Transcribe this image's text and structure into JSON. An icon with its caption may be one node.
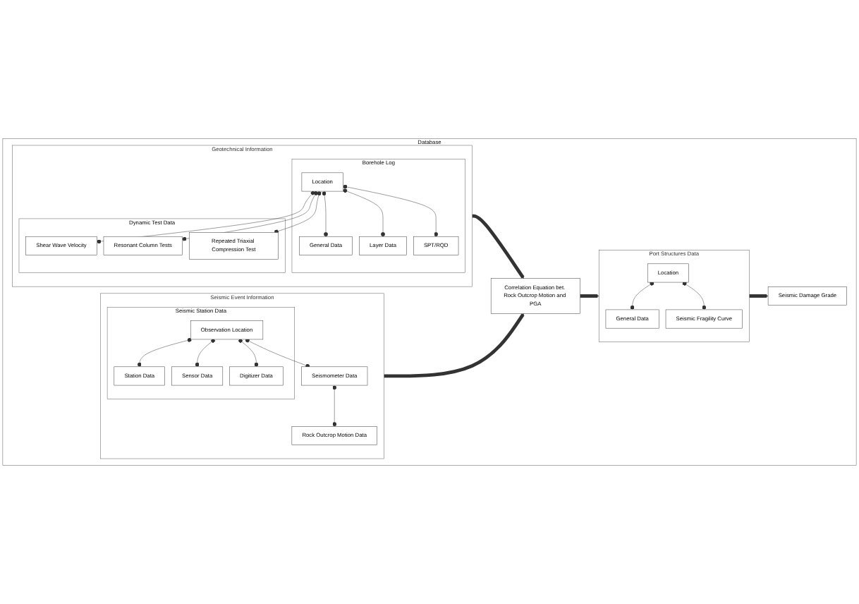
{
  "diagram": {
    "nodes": [
      {
        "text": [
          "Database"
        ]
      },
      {
        "text": [
          "Geotechnical Information"
        ],
        "in": 0
      },
      {
        "text": [
          "Borehole Log"
        ],
        "in": 1
      },
      {
        "text": [
          "Location"
        ],
        "in": 2
      },
      {
        "text": [
          "General Data"
        ],
        "in": 2
      },
      {
        "text": [
          "Layer Data"
        ],
        "in": 2
      },
      {
        "text": [
          "SPT/RQD"
        ],
        "in": 2
      },
      {
        "text": [
          "Dynamic Test Data"
        ],
        "in": 1
      },
      {
        "text": [
          "Shear Wave Velocity"
        ],
        "in": 7
      },
      {
        "text": [
          "Resonant Column Tests"
        ],
        "in": 7
      },
      {
        "text": [
          "Repeated Triaxial Compression Test"
        ],
        "in": 7
      },
      {
        "text": [
          "Seismic Event Information"
        ],
        "in": 0
      },
      {
        "text": [
          "Seismic Station Data"
        ],
        "in": 11
      },
      {
        "text": [
          "Observation Location"
        ],
        "in": 12
      },
      {
        "text": [
          "Station Data"
        ],
        "in": 12
      },
      {
        "text": [
          "Sensor Data"
        ],
        "in": 12
      },
      {
        "text": [
          "Digitizer Data"
        ],
        "in": 12
      },
      {
        "text": [
          "Seismometer Data"
        ],
        "in": 11
      },
      {
        "text": [
          "Rock Outcrop Motion Data"
        ],
        "in": 11
      },
      {
        "text": [
          "Correlation Equation bet. Rock Outcrop Motion and PGA"
        ],
        "in": 0
      },
      {
        "text": [
          "Port Structures Data"
        ],
        "in": 0
      },
      {
        "text": [
          "Location"
        ],
        "in": 20
      },
      {
        "text": [
          "General Data"
        ],
        "in": 20
      },
      {
        "text": [
          "Seismic Fragility Curve"
        ],
        "in": 20
      },
      {
        "text": [
          "Seismic Damage Grade"
        ],
        "in": 0
      }
    ],
    "edges": [
      {
        "from": 3,
        "to": 4,
        "arrow": "other"
      },
      {
        "from": 3,
        "to": 5,
        "arrow": "other"
      },
      {
        "from": 3,
        "to": 6,
        "arrow": "other"
      },
      {
        "from": 3,
        "to": 8,
        "arrow": "other"
      },
      {
        "from": 3,
        "to": 9,
        "arrow": "other"
      },
      {
        "from": 3,
        "to": 10,
        "arrow": "other"
      },
      {
        "from": 13,
        "to": 14,
        "arrow": "other"
      },
      {
        "from": 13,
        "to": 15,
        "arrow": "other"
      },
      {
        "from": 13,
        "to": 16,
        "arrow": "other"
      },
      {
        "from": 13,
        "to": 17,
        "arrow": "other"
      },
      {
        "from": 17,
        "to": 18,
        "arrow": "other"
      },
      {
        "from": 1,
        "to": 19,
        "arrow": "to",
        "style": "thick"
      },
      {
        "from": 11,
        "to": 19,
        "arrow": "to",
        "style": "thick"
      },
      {
        "from": 19,
        "to": 20,
        "arrow": "to",
        "style": "thick"
      },
      {
        "from": 20,
        "to": 24,
        "arrow": "to",
        "style": "thick"
      },
      {
        "from": 21,
        "to": 22,
        "arrow": "other"
      },
      {
        "from": 21,
        "to": 23,
        "arrow": "other"
      }
    ]
  }
}
